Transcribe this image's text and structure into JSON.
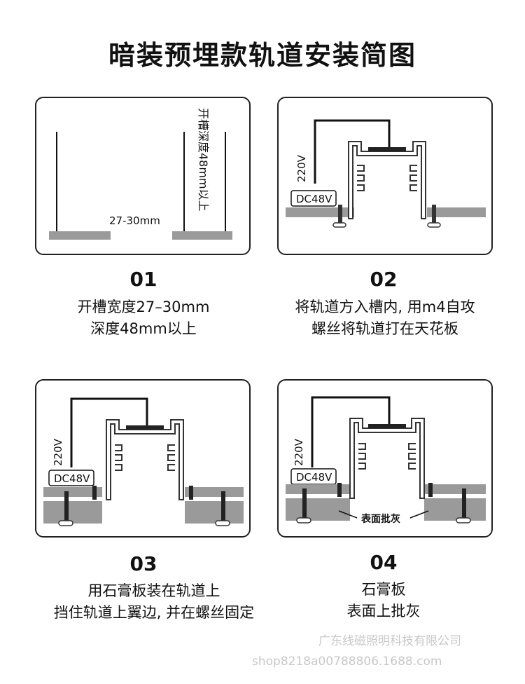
{
  "title": "暗装预埋款轨道安装简图",
  "steps": [
    {
      "num": "01",
      "line1": "开槽宽度27–30mm",
      "line2": "深度48mm以上",
      "width_label": "27-30mm",
      "depth_label": "开槽深度48mm以上"
    },
    {
      "num": "02",
      "line1": "将轨道方入槽内, 用m4自攻",
      "line2": "螺丝将轨道打在天花板",
      "voltage": "220V",
      "dc": "DC48V"
    },
    {
      "num": "03",
      "line1": "用石膏板装在轨道上",
      "line2": "挡住轨道上翼边, 并在螺丝固定",
      "voltage": "220V",
      "dc": "DC48V"
    },
    {
      "num": "04",
      "line1": "石膏板",
      "line2": "表面上批灰",
      "voltage": "220V",
      "dc": "DC48V",
      "surface_label": "表面批灰"
    }
  ],
  "watermark": {
    "company": "广东线磁照明科技有限公司",
    "shop": "shop8218a00788806.1688.com"
  },
  "colors": {
    "gray": "#9a9a9a",
    "dark_gray": "#777777",
    "line": "#111111"
  }
}
